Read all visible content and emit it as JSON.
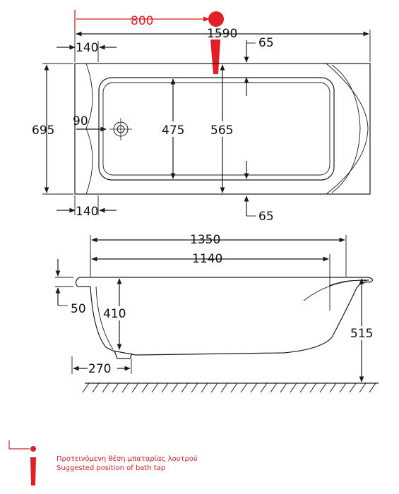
{
  "top_view": {
    "tap_offset": "800",
    "overall_length": "1590",
    "rim_top_right": "65",
    "rim_left_top": "140",
    "overall_width": "695",
    "waste_offset": "90",
    "inner_width_left": "475",
    "inner_width": "565",
    "rim_left_bottom": "140",
    "rim_bottom_right": "65"
  },
  "side_view": {
    "length_top": "1350",
    "length_bottom": "1140",
    "rim_height": "50",
    "inner_depth": "410",
    "overall_height": "515",
    "foot_offset": "270"
  },
  "legend": {
    "line_greek": "Προτεινόμενη θέση μπαταρίας λουτρού",
    "line_english": "Suggested position of bath tap"
  },
  "colors": {
    "accent_red": "#e01f26",
    "line": "#1a1a1a"
  },
  "icons": {
    "tap_marker": "tap-marker-icon",
    "waste": "waste-drain-icon",
    "floor": "floor-hatch-icon"
  }
}
